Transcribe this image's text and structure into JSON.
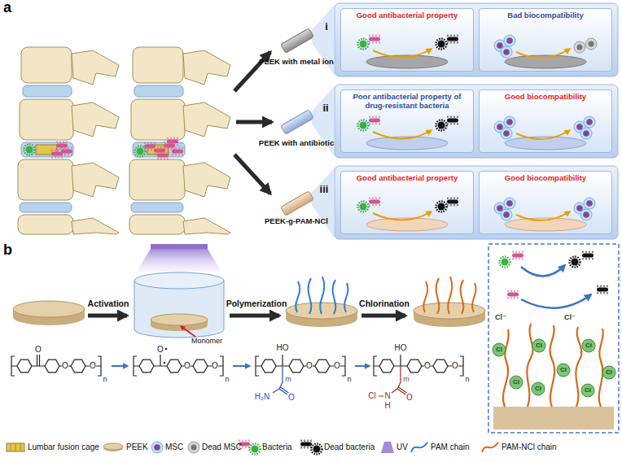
{
  "diagram": {
    "nodes": [
      {
        "text": [
          "Good antibacterial property"
        ]
      },
      {
        "text": [
          "Bad biocompatibility"
        ]
      },
      {
        "text": [
          "Poor antibacterial property of drug-resistant bacteria"
        ]
      },
      {
        "text": [
          "Good biocompatibility"
        ]
      },
      {
        "text": [
          "Good antibacterial property"
        ]
      },
      {
        "text": [
          "Good biocompatibility"
        ]
      }
    ],
    "labels": [
      "a",
      "i",
      "PEEK with metal ion",
      "ii",
      "PEEK with antibiotic",
      "iii",
      "PEEK-g-PAM-NCl",
      "b",
      "Activation",
      "Polymerization",
      "Chlorination",
      "Monomer",
      "O",
      "O",
      "O",
      "n",
      "O",
      "O",
      "O",
      "n",
      "HO",
      "O",
      "O",
      "n",
      "m",
      "O",
      "H₂N",
      "HO",
      "O",
      "O",
      "n",
      "m",
      "O",
      "Cl",
      "N",
      "H",
      "Cl⁻",
      "Cl⁻",
      "Cl",
      "Cl",
      "Cl",
      "Cl",
      "Cl",
      "Cl",
      "Cl",
      "Cl"
    ],
    "legend": [
      {
        "text": "Lumbar fusion cage"
      },
      {
        "text": "PEEK"
      },
      {
        "text": "MSC"
      },
      {
        "text": "Dead MSC"
      },
      {
        "text": "Bacteria"
      },
      {
        "text": "Dead bacteria"
      },
      {
        "text": "UV"
      },
      {
        "text": "PAM chain"
      },
      {
        "text": "PAM-NCl chain"
      }
    ]
  }
}
